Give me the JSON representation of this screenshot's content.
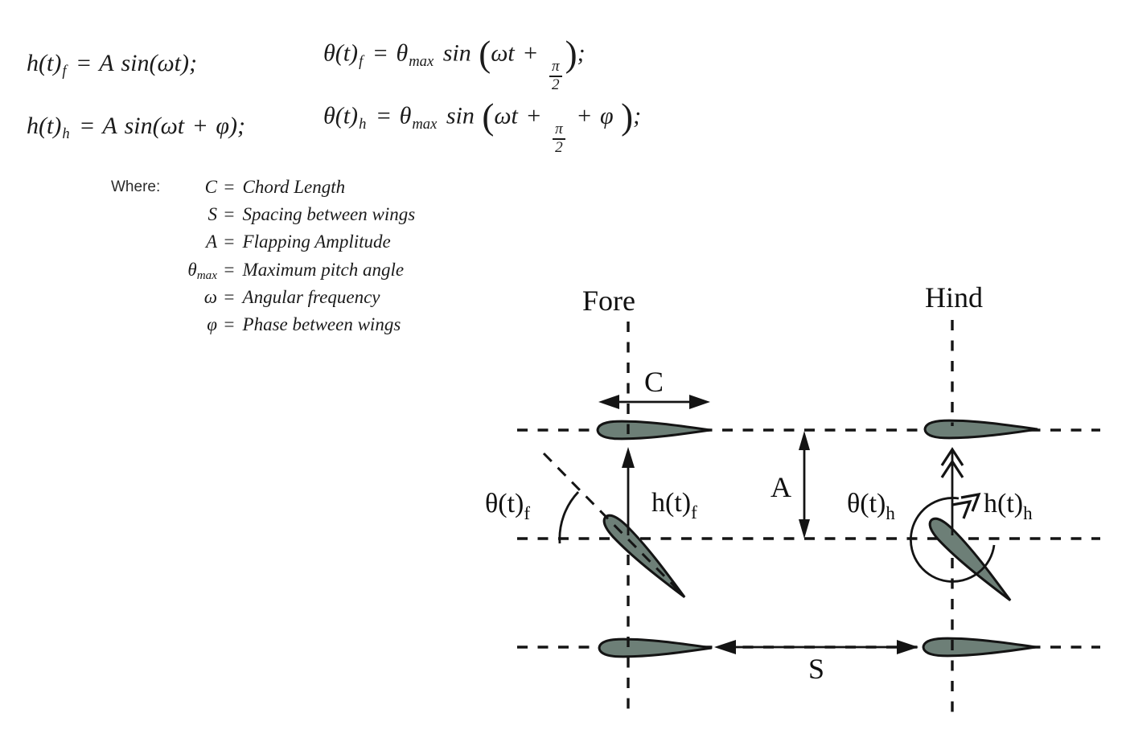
{
  "equations": {
    "line1": {
      "lhs_main": "h(t)",
      "lhs_sub": "f",
      "lhs_rest": " = A sin(ωt);",
      "rhs_main": "θ(t)",
      "rhs_sub": "f",
      "rhs_eq": " = θ",
      "rhs_maxsub": "max",
      "rhs_sin": " sin ",
      "rhs_open": "(",
      "rhs_inner": "ωt + ",
      "frac_num": "π",
      "frac_den": "2",
      "rhs_close": ")",
      "rhs_semi": ";"
    },
    "line2": {
      "lhs_main": "h(t)",
      "lhs_sub": "h",
      "lhs_rest": " = A sin(ωt + φ);",
      "rhs_main": "θ(t)",
      "rhs_sub": "h",
      "rhs_eq": " = θ",
      "rhs_maxsub": "max",
      "rhs_sin": " sin ",
      "rhs_open": "(",
      "rhs_inner": "ωt + ",
      "frac_num": "π",
      "frac_den": "2",
      "rhs_after": " + φ ",
      "rhs_close": ")",
      "rhs_semi": ";"
    }
  },
  "where": {
    "label": "Where:",
    "equals": "=",
    "rows": [
      {
        "sym": "C",
        "def": "Chord Length"
      },
      {
        "sym": "S",
        "def": "Spacing between wings"
      },
      {
        "sym": "A",
        "def": "Flapping Amplitude"
      },
      {
        "sym": "θ",
        "sym_sub": "max",
        "def": "Maximum pitch angle"
      },
      {
        "sym": "ω",
        "def": "Angular frequency"
      },
      {
        "sym": "φ",
        "def": "Phase between wings"
      }
    ]
  },
  "diagram": {
    "fore_label": "Fore",
    "hind_label": "Hind",
    "chord_label": "C",
    "amplitude_label": "A",
    "spacing_label": "S",
    "theta_fore": {
      "main": "θ(t)",
      "sub": "f"
    },
    "h_fore": {
      "main": "h(t)",
      "sub": "f"
    },
    "theta_hind": {
      "main": "θ(t)",
      "sub": "h"
    },
    "h_hind": {
      "main": "h(t)",
      "sub": "h"
    },
    "colors": {
      "airfoil_fill": "#6d7f77",
      "stroke": "#141414"
    }
  }
}
